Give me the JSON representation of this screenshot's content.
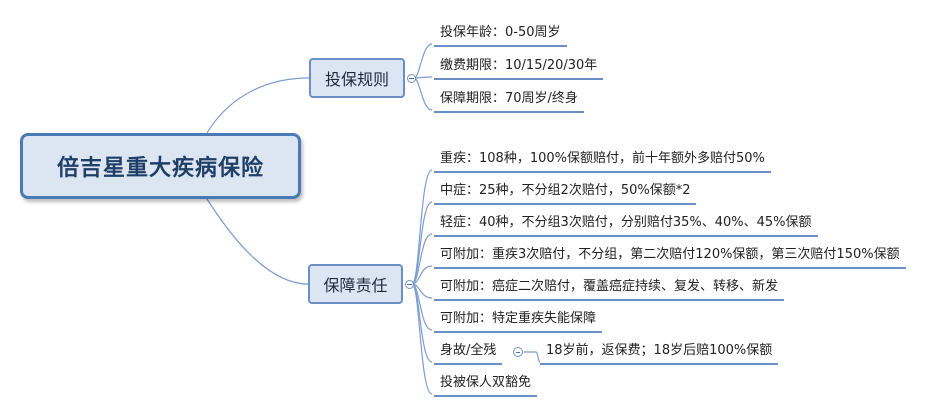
{
  "root": {
    "title": "倍吉星重大疾病保险"
  },
  "branches": [
    {
      "label": "投保规则",
      "items": [
        "投保年龄：0-50周岁",
        "缴费期限：10/15/20/30年",
        "保障期限：70周岁/终身"
      ]
    },
    {
      "label": "保障责任",
      "items": [
        "重疾：108种，100%保额赔付，前十年额外多赔付50%",
        "中症：25种，不分组2次赔付，50%保额*2",
        "轻症：40种，不分组3次赔付，分别赔付35%、40%、45%保额",
        "可附加：重疾3次赔付，不分组，第二次赔付120%保额，第三次赔付150%保额",
        "可附加：癌症二次赔付，覆盖癌症持续、复发、转移、新发",
        "可附加：特定重疾失能保障",
        "身故/全残",
        "投被保人双豁免"
      ],
      "sub_item": "18岁前，返保费；18岁后赔100%保额"
    }
  ],
  "colors": {
    "line": "#6b8fc4",
    "node_fill": "#dce6f3",
    "root_border": "#4a7ab5"
  }
}
